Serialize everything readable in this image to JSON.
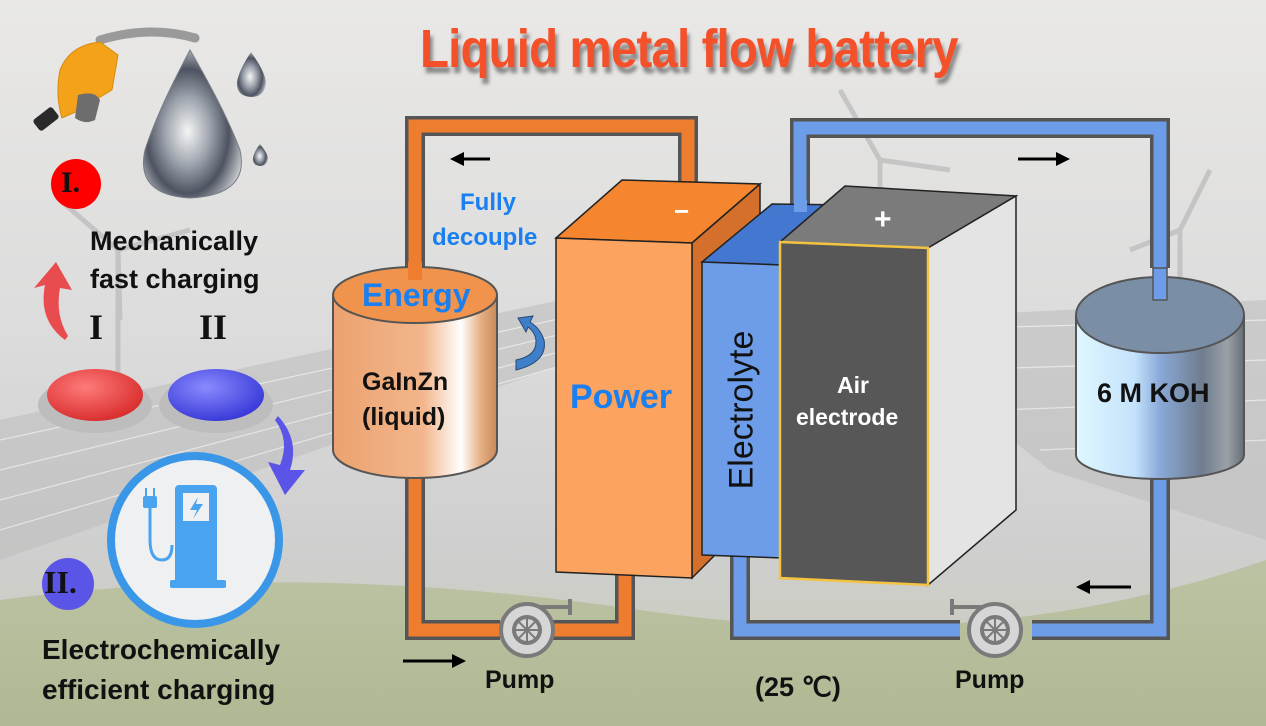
{
  "title": "Liquid metal flow battery",
  "colors": {
    "title": "#f4512b",
    "anode_loop": "#ee7d30",
    "electrolyte_loop": "#6d9ce8",
    "label_blue": "#1a7ff0",
    "badge_one": "#ff0000",
    "badge_two": "#5a55e6"
  },
  "left_panel": {
    "badge_one": "I.",
    "mode_one_text_line1": "Mechanically",
    "mode_one_text_line2": "fast charging",
    "button_label_one": "I",
    "button_label_two": "II",
    "badge_two": "II.",
    "mode_two_text_line1": "Electrochemically",
    "mode_two_text_line2": "efficient charging"
  },
  "diagram": {
    "fully_decouple_line1": "Fully",
    "fully_decouple_line2": "decouple",
    "energy_label": "Energy",
    "anode_tank_line1": "GaInZn",
    "anode_tank_line2": "(liquid)",
    "power_label": "Power",
    "negative_sign": "−",
    "positive_sign": "+",
    "electrolyte_label": "Electrolyte",
    "air_electrode_line1": "Air",
    "air_electrode_line2": "electrode",
    "koh_tank_label": "6 M KOH",
    "pump_left_label": "Pump",
    "pump_right_label": "Pump",
    "temperature_label": "(25 ℃)"
  }
}
